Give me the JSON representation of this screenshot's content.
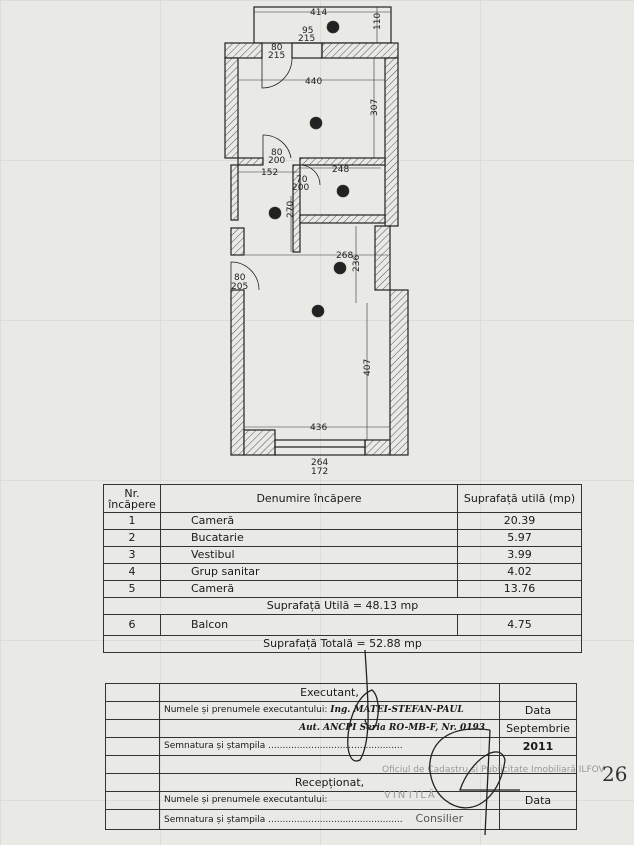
{
  "plan": {
    "rooms": [
      "1",
      "2",
      "3",
      "4",
      "5",
      "6"
    ],
    "dims": {
      "balcony_width": "414",
      "balcony_depth": "110",
      "balcony_door_w": "95",
      "balcony_door_h": "215",
      "door_entry_w": "80",
      "door_entry_h": "215",
      "room5_width": "440",
      "room5_depth": "307",
      "door5_w": "80",
      "door5_h": "200",
      "room3_width": "152",
      "room4_width": "248",
      "door4_w": "70",
      "door4_h": "200",
      "room3_depth": "270",
      "room2_width": "268",
      "room2_depth": "236",
      "door1_w": "80",
      "door1_h": "205",
      "room1_depth": "407",
      "room1_width": "436",
      "window_w": "264",
      "window_h": "172"
    }
  },
  "rooms_table": {
    "headers": [
      "Nr. încăpere",
      "Denumire încăpere",
      "Suprafață utilă (mp)"
    ],
    "rows": [
      {
        "nr": "1",
        "name": "Cameră",
        "area": "20.39"
      },
      {
        "nr": "2",
        "name": "Bucatarie",
        "area": "5.97"
      },
      {
        "nr": "3",
        "name": "Vestibul",
        "area": "3.99"
      },
      {
        "nr": "4",
        "name": "Grup sanitar",
        "area": "4.02"
      },
      {
        "nr": "5",
        "name": "Cameră",
        "area": "13.76"
      }
    ],
    "useful_total": "Suprafață Utilă  = 48.13 mp",
    "balcony": {
      "nr": "6",
      "name": "Balcon",
      "area": "4.75"
    },
    "grand_total": "Suprafață Totală = 52.88 mp"
  },
  "signature_table": {
    "executant_title": "Executant,",
    "executant_name_label": "Numele și prenumele executantului:",
    "executant_name": "Ing. MATEI-STEFAN-PAUL",
    "authorization": "Aut. ANCPI Seria RO-MB-F, Nr. 0193",
    "signature_label": "Semnatura și ștampila ...............................................",
    "date_label": "Data",
    "date_month": "Septembrie",
    "date_year": "2011",
    "received_title": "Recepționat,",
    "received_name_label": "Numele și prenumele executantului:",
    "received_signature_label": "Semnatura și ștampila ...............................................",
    "received_date_label": "Data",
    "stamp_office": "Oficiul de Cadastru și Publicitate Imobiliară ILFOV",
    "stamp_name": "VINTILĂ",
    "stamp_role": "Consilier"
  },
  "handwritten_number": "26"
}
